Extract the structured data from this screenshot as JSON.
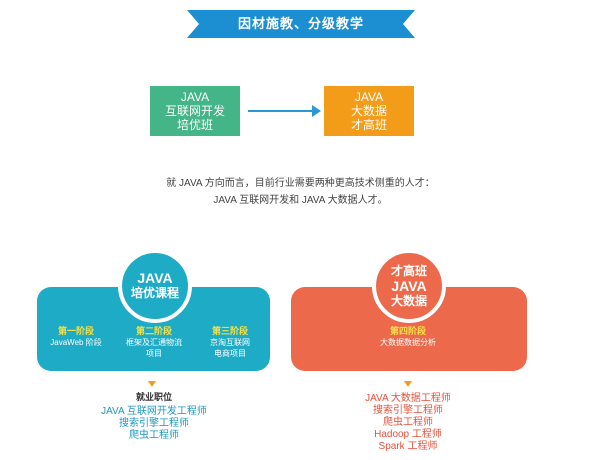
{
  "header": {
    "title": "因材施教、分级教学"
  },
  "flow": {
    "from": {
      "lines": [
        "JAVA",
        "互联网开发",
        "培优班"
      ]
    },
    "to": {
      "lines": [
        "JAVA",
        "大数据",
        "才高班"
      ]
    }
  },
  "description": {
    "line1": "就 JAVA 方向而言，目前行业需要两种更高技术侧重的人才：",
    "line2": "JAVA 互联网开发和 JAVA 大数据人才。"
  },
  "left_course": {
    "circle_lines": [
      "JAVA",
      "培优课程"
    ],
    "stages": [
      {
        "title": "第一阶段",
        "desc": [
          "JavaWeb 阶段"
        ]
      },
      {
        "title": "第二阶段",
        "desc": [
          "框架及汇通物流",
          "项目"
        ]
      },
      {
        "title": "第三阶段",
        "desc": [
          "京淘互联网",
          "电商项目"
        ]
      }
    ],
    "careers_title": "就业职位",
    "careers": [
      "JAVA 互联网开发工程师",
      "搜索引擎工程师",
      "爬虫工程师"
    ]
  },
  "right_course": {
    "circle_lines": [
      "才高班",
      "JAVA",
      "大数据"
    ],
    "stages": [
      {
        "title": "第四阶段",
        "desc": [
          "大数据数据分析"
        ]
      }
    ],
    "careers": [
      "JAVA 大数据工程师",
      "搜索引擎工程师",
      "爬虫工程师",
      "Hadoop 工程师",
      "Spark 工程师"
    ]
  },
  "colors": {
    "ribbon": "#1b8fd1",
    "green": "#43b586",
    "orange": "#f39c1a",
    "blue_panel": "#1eabc5",
    "red_panel": "#ec6a4b",
    "stage_title": "#f4e046"
  }
}
